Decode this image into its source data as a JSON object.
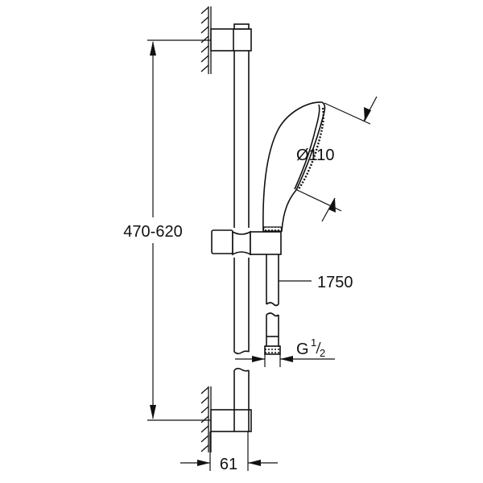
{
  "drawing": {
    "title": "Shower rail set technical drawing",
    "colors": {
      "line": "#111111",
      "background": "#ffffff"
    },
    "dimensions": {
      "rail_height": "470-620",
      "head_diameter": "Ø110",
      "hose_length": "1750",
      "connection_thread_main": "G",
      "connection_thread_num": "1",
      "connection_thread_den": "2",
      "wall_offset": "61"
    },
    "components": [
      "wall-bracket-top",
      "wall-bracket-bottom",
      "slide-rail",
      "hand-shower-holder",
      "hand-shower-head",
      "shower-hose",
      "hose-nut"
    ]
  }
}
